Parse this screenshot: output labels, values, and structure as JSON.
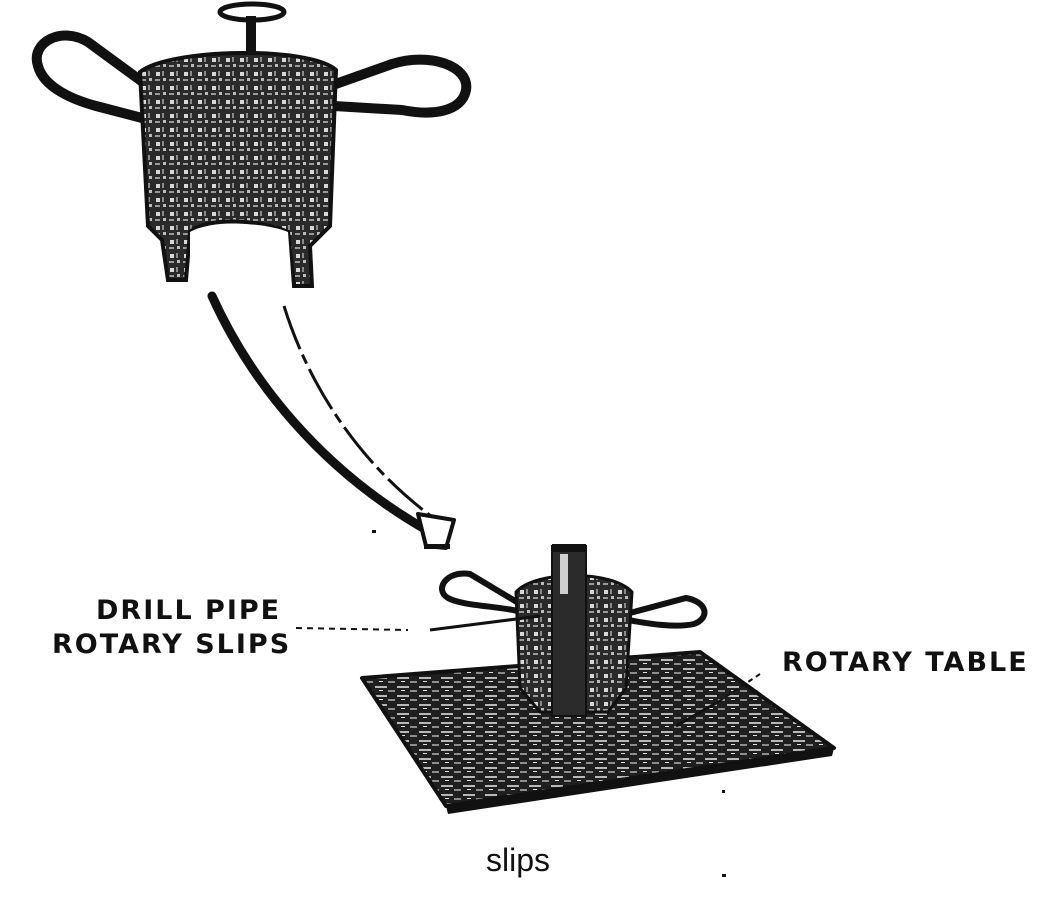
{
  "labels": {
    "drill_pipe_line1": "DRILL PIPE",
    "drill_pipe_line2": "ROTARY SLIPS",
    "rotary_table": "ROTARY TABLE"
  },
  "caption": "slips",
  "colors": {
    "ink": "#111111",
    "background": "#ffffff"
  }
}
